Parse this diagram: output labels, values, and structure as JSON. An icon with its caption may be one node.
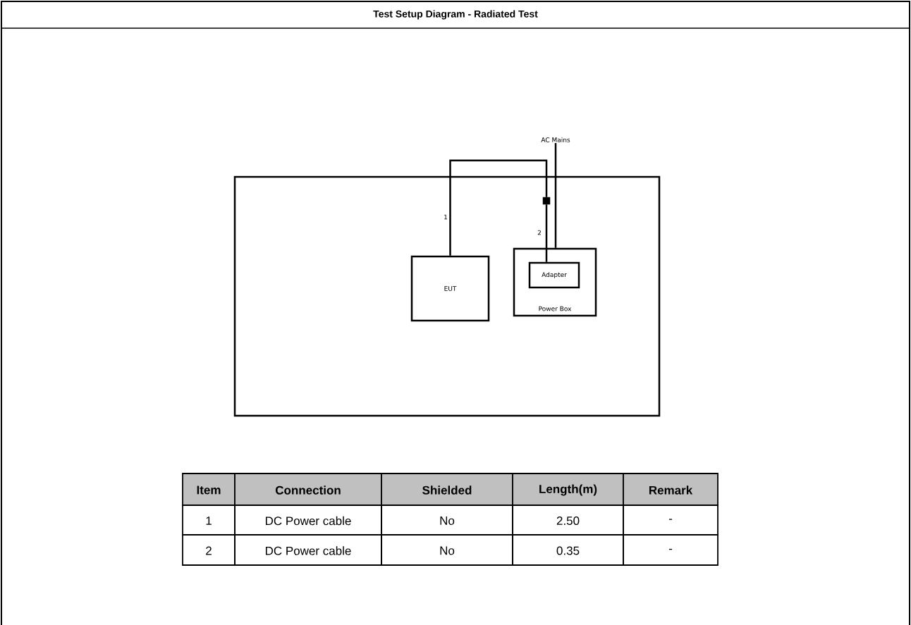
{
  "diagram": {
    "title": "Test Setup Diagram - Radiated Test",
    "nodes": [
      {
        "text": [],
        "shape": "box"
      },
      {
        "text": [
          "EUT"
        ],
        "in": 0
      },
      {
        "text": [
          "Power Box"
        ],
        "in": 0
      },
      {
        "text": [
          "Adapter"
        ],
        "in": 2
      },
      {
        "text": [
          "AC Mains"
        ]
      },
      {
        "text": [],
        "shape": "box",
        "in": 0
      }
    ],
    "edges": [
      {
        "from": 1,
        "to": 5,
        "arrow": "none",
        "label": "1"
      },
      {
        "from": 5,
        "to": 3,
        "arrow": "none",
        "label": "2"
      },
      {
        "from": 4,
        "to": 2,
        "arrow": "none"
      }
    ],
    "labels": [
      "Item",
      "Connection",
      "Shielded",
      "Length(m)",
      "Remark",
      "1",
      "DC Power cable",
      "No",
      "2.50",
      "-",
      "2",
      "DC Power cable",
      "No",
      "0.35",
      "-"
    ]
  }
}
